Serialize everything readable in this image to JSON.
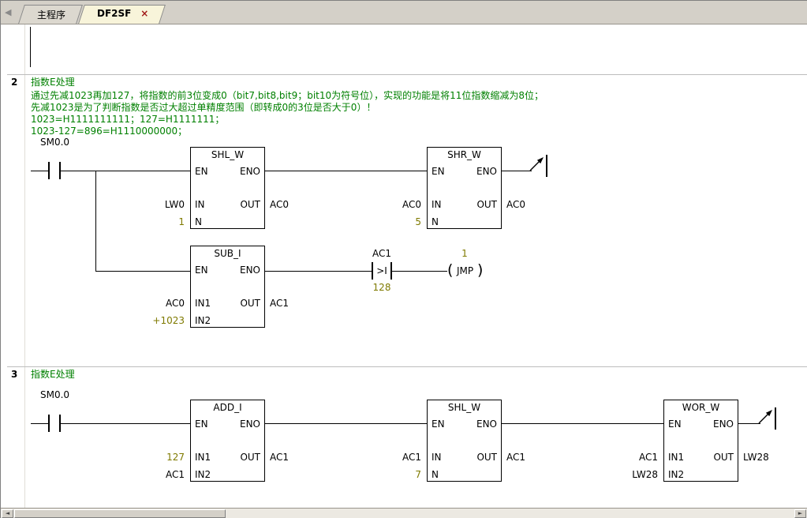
{
  "tabbar": {
    "nav_back": "◀",
    "tabs": [
      {
        "label": "主程序"
      },
      {
        "label": "DF2SF",
        "close": "×"
      }
    ]
  },
  "scrollbar": {
    "left_arrow": "◄",
    "right_arrow": "►"
  },
  "networks": [
    {
      "number": "2",
      "title": "指数E处理",
      "comments": [
        "通过先减1023再加127，将指数的前3位变成0（bit7,bit8,bit9；bit10为符号位），实现的功能是将11位指数缩减为8位；",
        "先减1023是为了判断指数是否过大超过单精度范围（即转成0的3位是否大于0）！",
        "1023=H1111111111；127=H1111111；",
        "1023-127=896=H1110000000；"
      ],
      "contact_label": "SM0.0",
      "blocks": {
        "shl": {
          "name": "SHL_W",
          "en": "EN",
          "eno": "ENO",
          "in_pin": "IN",
          "out_pin": "OUT",
          "n_pin": "N",
          "in_operand": "LW0",
          "n_value": "1",
          "out_operand": "AC0"
        },
        "shr": {
          "name": "SHR_W",
          "en": "EN",
          "eno": "ENO",
          "in_pin": "IN",
          "out_pin": "OUT",
          "n_pin": "N",
          "in_operand": "AC0",
          "n_value": "5",
          "out_operand": "AC0"
        },
        "sub": {
          "name": "SUB_I",
          "en": "EN",
          "eno": "ENO",
          "in1_pin": "IN1",
          "in2_pin": "IN2",
          "out_pin": "OUT",
          "in1_operand": "AC0",
          "in2_operand": "+1023",
          "out_operand": "AC1"
        }
      },
      "compare": {
        "operand": "AC1",
        "op": ">I",
        "value": "128"
      },
      "jump": {
        "value": "1",
        "label": "JMP",
        "paren_l": "(",
        "paren_r": ")"
      }
    },
    {
      "number": "3",
      "title": "指数E处理",
      "contact_label": "SM0.0",
      "blocks": {
        "add": {
          "name": "ADD_I",
          "en": "EN",
          "eno": "ENO",
          "in1_pin": "IN1",
          "in2_pin": "IN2",
          "out_pin": "OUT",
          "in1_operand": "127",
          "in2_operand": "AC1",
          "out_operand": "AC1"
        },
        "shl": {
          "name": "SHL_W",
          "en": "EN",
          "eno": "ENO",
          "in_pin": "IN",
          "out_pin": "OUT",
          "n_pin": "N",
          "in_operand": "AC1",
          "n_value": "7",
          "out_operand": "AC1"
        },
        "wor": {
          "name": "WOR_W",
          "en": "EN",
          "eno": "ENO",
          "in1_pin": "IN1",
          "in2_pin": "IN2",
          "out_pin": "OUT",
          "in1_operand": "AC1",
          "in2_operand": "LW28",
          "out_operand": "LW28"
        }
      }
    }
  ]
}
